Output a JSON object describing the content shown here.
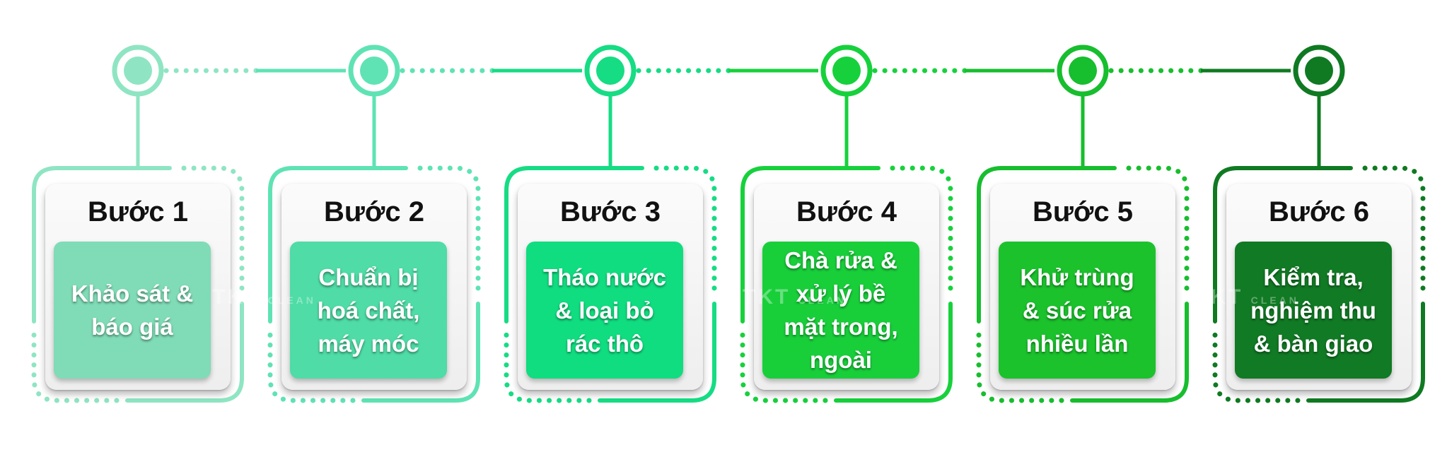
{
  "steps": [
    {
      "title": "Bước 1",
      "description": "Khảo sát &\nbáo giá",
      "color": "#8fe5c3",
      "box_color": "#7fdcb6"
    },
    {
      "title": "Bước 2",
      "description": "Chuẩn bị\nhoá chất,\nmáy móc",
      "color": "#5fe3b4",
      "box_color": "#4fdca6"
    },
    {
      "title": "Bước 3",
      "description": "Tháo nước\n& loại bỏ\nrác thô",
      "color": "#16dc84",
      "box_color": "#10dd80"
    },
    {
      "title": "Bước 4",
      "description": "Chà rửa &\nxử lý bề\nmặt trong,\nngoài",
      "color": "#17d13c",
      "box_color": "#18cf3a"
    },
    {
      "title": "Bước 5",
      "description": "Khử trùng\n& súc rửa\nnhiều lần",
      "color": "#17be2e",
      "box_color": "#1bc22c"
    },
    {
      "title": "Bước 6",
      "description": "Kiểm tra,\nnghiệm thu\n& bàn giao",
      "color": "#0f7a22",
      "box_color": "#117a24"
    }
  ],
  "watermark": {
    "brand": "TKT",
    "sub": "CLEAN"
  }
}
